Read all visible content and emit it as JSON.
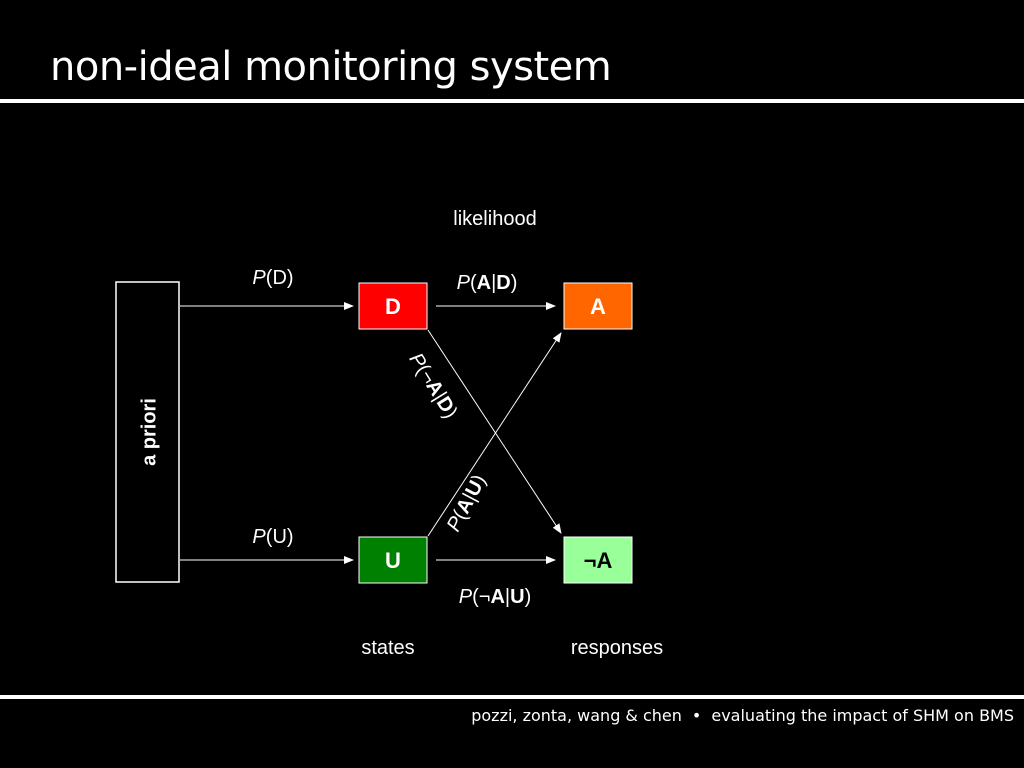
{
  "title": "non-ideal monitoring system",
  "diagram": {
    "prior_label": "a priori",
    "likelihood_label": "likelihood",
    "states_label": "states",
    "responses_label": "responses",
    "nodes": {
      "D": {
        "label": "D",
        "fill": "#ff0000",
        "text_color": "#ffffff"
      },
      "U": {
        "label": "U",
        "fill": "#008000",
        "text_color": "#ffffff"
      },
      "A": {
        "label": "A",
        "fill": "#ff6600",
        "text_color": "#ffffff"
      },
      "notA": {
        "label": "¬A",
        "fill": "#99ff99",
        "text_color": "#000000"
      }
    },
    "probabilities": {
      "p_label": "P",
      "pD": {
        "arg": "D"
      },
      "pU": {
        "arg": "U"
      },
      "pAgD": {
        "A": "A",
        "bar": "|",
        "D": "D"
      },
      "pnAgD": {
        "neg": "¬",
        "A": "A",
        "bar": "|",
        "D": "D"
      },
      "pAgU": {
        "A": "A",
        "bar": "|",
        "U": "U"
      },
      "pnAgU": {
        "neg": "¬",
        "A": "A",
        "bar": "|",
        "U": "U"
      }
    }
  },
  "footer": {
    "authors": "pozzi, zonta, wang & chen",
    "bullet": "•",
    "subtitle": "evaluating the impact of SHM on BMS"
  },
  "colors": {
    "background": "#000000",
    "foreground": "#ffffff"
  }
}
